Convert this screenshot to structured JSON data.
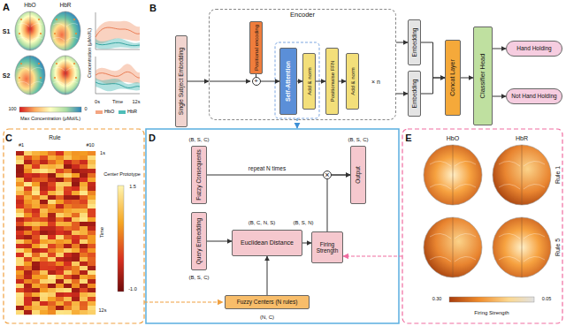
{
  "diagram": {
    "nodes": [
      {
        "text": [
          "Single Subject Embedding"
        ]
      },
      {
        "text": [
          "Encoder"
        ]
      },
      {
        "text": [
          "Positional encoding"
        ],
        "in": 1
      },
      {
        "text": [
          "Self-Attention"
        ],
        "in": 1
      },
      {
        "text": [
          "Add & norm"
        ],
        "in": 1
      },
      {
        "text": [
          "Positionwise FFN"
        ],
        "in": 1
      },
      {
        "text": [
          "Add & norm"
        ],
        "in": 1
      },
      {
        "text": [
          "Embedding"
        ]
      },
      {
        "text": [
          "Embedding"
        ]
      },
      {
        "text": [
          "Concat Layer"
        ]
      },
      {
        "text": [
          "Classifier Head"
        ]
      },
      {
        "text": [
          "Hand Holding"
        ]
      },
      {
        "text": [
          "Not Hand Holding"
        ]
      },
      {
        "text": [
          "Fuzzy Consequents"
        ]
      },
      {
        "text": [
          "Query Embedding"
        ]
      },
      {
        "text": [
          "Euclidean Distance"
        ]
      },
      {
        "text": [
          "Firing Strength"
        ]
      },
      {
        "text": [
          "Output"
        ]
      },
      {
        "text": [
          "Fuzzy Centers (N rules)"
        ]
      }
    ],
    "edges": [
      {
        "from": 0,
        "to": 1,
        "arrow": "to"
      },
      {
        "from": 2,
        "to": 3,
        "arrow": "to"
      },
      {
        "from": 3,
        "to": 4,
        "arrow": "to"
      },
      {
        "from": 4,
        "to": 5,
        "arrow": "to"
      },
      {
        "from": 5,
        "to": 6,
        "arrow": "to"
      },
      {
        "from": 1,
        "to": 7,
        "arrow": "to"
      },
      {
        "from": 1,
        "to": 8,
        "arrow": "to"
      },
      {
        "from": 7,
        "to": 9,
        "arrow": "to"
      },
      {
        "from": 8,
        "to": 9,
        "arrow": "to"
      },
      {
        "from": 9,
        "to": 10,
        "arrow": "to"
      },
      {
        "from": 10,
        "to": 11,
        "arrow": "to"
      },
      {
        "from": 10,
        "to": 12,
        "arrow": "to"
      },
      {
        "from": 13,
        "to": 17,
        "label": "repeat N times",
        "arrow": "to"
      },
      {
        "from": 14,
        "to": 15,
        "arrow": "to"
      },
      {
        "from": 18,
        "to": 15,
        "arrow": "to"
      },
      {
        "from": 15,
        "to": 16,
        "arrow": "to"
      },
      {
        "from": 16,
        "to": 17,
        "arrow": "to"
      }
    ],
    "labels": [
      "A",
      "HbO",
      "HbR",
      "S1",
      "S2",
      "Concentration (μMol/L)",
      "0s",
      "Time",
      "12s",
      "100",
      "0",
      "Max Concentration (μMol/L)",
      "B",
      "+",
      "× n",
      "C",
      "Rule",
      "#1",
      "#10",
      "1s",
      "Time",
      "12s",
      "Center Prototype",
      "1.5",
      "-1.0",
      "D",
      "(B, S, C)",
      "(B, S, C)",
      "(B, C, N, S)",
      "(B, S, N)",
      "(B, S, C)",
      "(N, C)",
      "×",
      "E",
      "HbO",
      "HbR",
      "Rule 1",
      "Rule 5",
      "0.30",
      "0.05",
      "Firing Strength"
    ],
    "legend": [
      {
        "text": "HbO",
        "color": "#f4a582"
      },
      {
        "text": "HbR",
        "color": "#4fbdb8"
      }
    ]
  }
}
